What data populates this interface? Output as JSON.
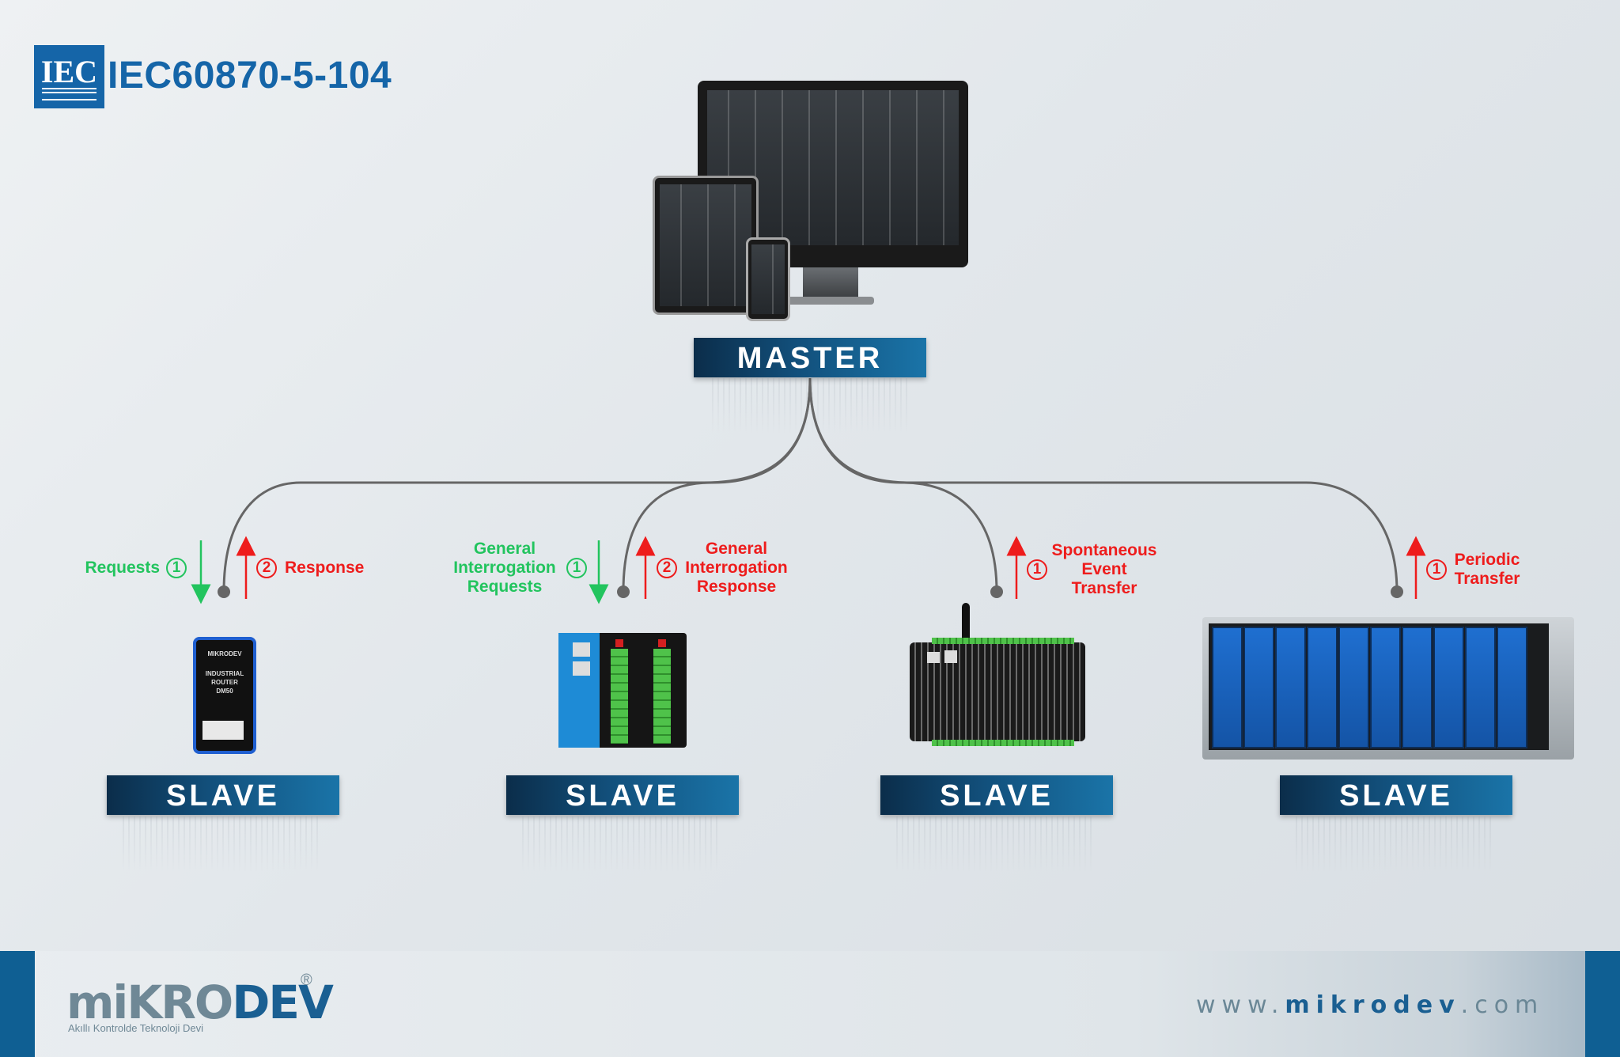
{
  "header": {
    "logo_text": "IEC",
    "title": "IEC60870-5-104"
  },
  "master": {
    "label": "MASTER"
  },
  "slaves": [
    {
      "label": "SLAVE",
      "device_text": [
        "MIKRODEV",
        "INDUSTRIAL",
        "ROUTER",
        "DM50"
      ]
    },
    {
      "label": "SLAVE"
    },
    {
      "label": "SLAVE"
    },
    {
      "label": "SLAVE"
    }
  ],
  "annotations": {
    "s1_request": {
      "text": "Requests",
      "step": "1",
      "color": "#22c45e"
    },
    "s1_response": {
      "text": "Response",
      "step": "2",
      "color": "#ee1c1c"
    },
    "s2_request": {
      "lines": [
        "General",
        "Interrogation",
        "Requests"
      ],
      "step": "1",
      "color": "#22c45e"
    },
    "s2_response": {
      "lines": [
        "General",
        "Interrogation",
        "Response"
      ],
      "step": "2",
      "color": "#ee1c1c"
    },
    "s3_event": {
      "lines": [
        "Spontaneous",
        "Event",
        "Transfer"
      ],
      "step": "1",
      "color": "#ee1c1c"
    },
    "s4_periodic": {
      "lines": [
        "Periodic",
        "Transfer"
      ],
      "step": "1",
      "color": "#ee1c1c"
    }
  },
  "footer": {
    "brand_main": "miKRO",
    "brand_accent": "DEV",
    "brand_reg": "®",
    "tagline": "Akıllı Kontrolde Teknoloji Devi",
    "website_prefix": "www.",
    "website_domain": "mikrodev",
    "website_suffix": ".com"
  },
  "colors": {
    "primary_blue": "#1565a8",
    "label_blue": "#12507c",
    "request_green": "#22c45e",
    "response_red": "#ee1c1c",
    "connector_gray": "#666666"
  },
  "icons": {
    "arrow_down": "arrow-down-icon",
    "arrow_up": "arrow-up-icon",
    "step_circle": "step-number-icon"
  }
}
